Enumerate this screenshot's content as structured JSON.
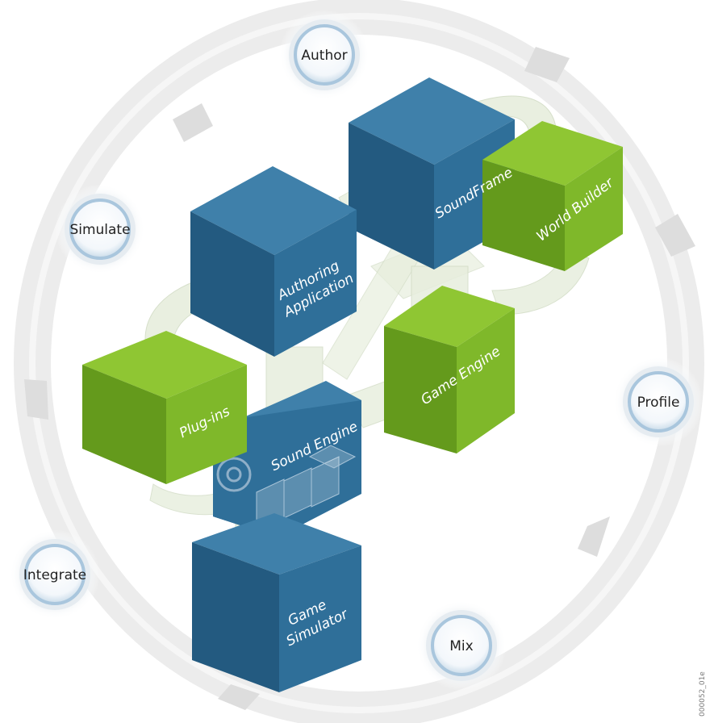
{
  "cycle_steps": [
    {
      "id": "author",
      "label": "Author"
    },
    {
      "id": "simulate",
      "label": "Simulate"
    },
    {
      "id": "profile",
      "label": "Profile"
    },
    {
      "id": "integrate",
      "label": "Integrate"
    },
    {
      "id": "mix",
      "label": "Mix"
    }
  ],
  "components": {
    "soundframe": "SoundFrame",
    "world_builder": "World Builder",
    "authoring_application": [
      "Authoring",
      "Application"
    ],
    "game_engine": "Game Engine",
    "plugins": "Plug-ins",
    "sound_engine": "Sound Engine",
    "game_simulator": [
      "Game",
      "Simulator"
    ]
  },
  "figure_code": "000052_01e",
  "colors": {
    "blue_front": "#2f6f99",
    "blue_top": "#3f80aa",
    "blue_side": "#235a80",
    "green_front": "#7fb82a",
    "green_top": "#8fc633",
    "green_side": "#649a1c",
    "connector": "#e4ebd8",
    "ring": "#e9e9e9",
    "arrow": "#dadada"
  }
}
